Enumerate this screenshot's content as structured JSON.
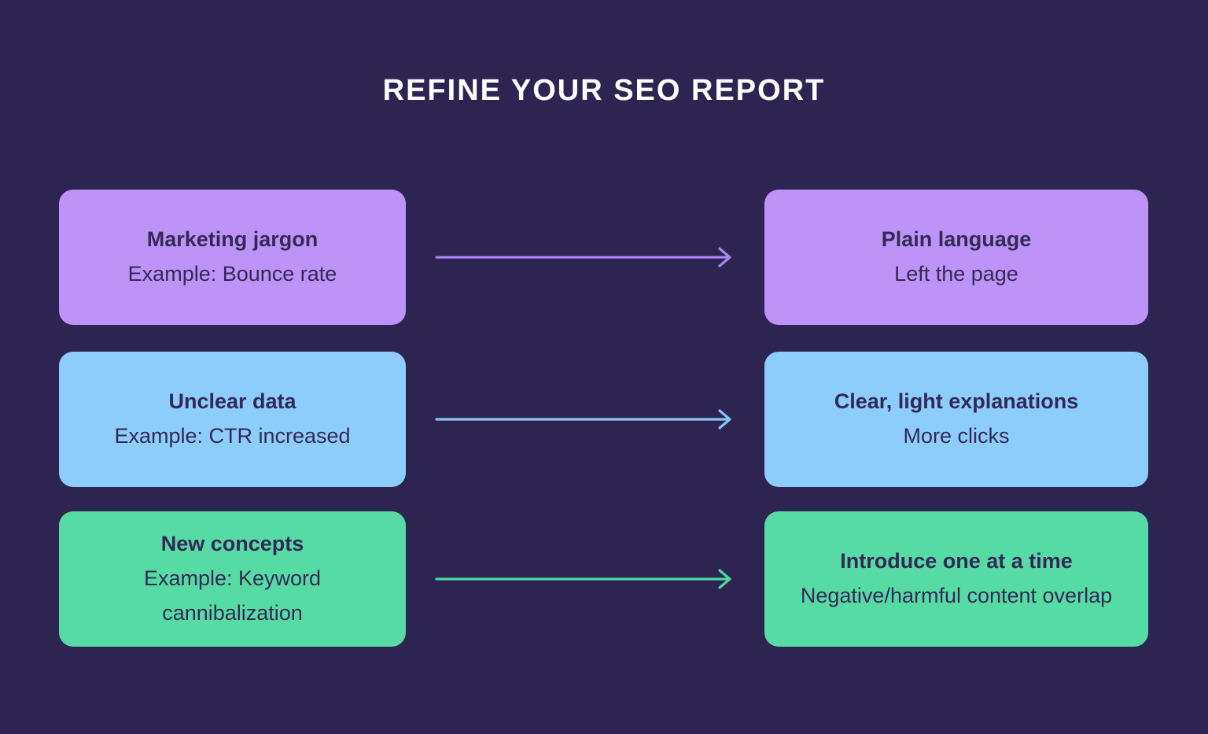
{
  "title": "REFINE YOUR SEO REPORT",
  "colors": {
    "background": "#2D2452",
    "title_text": "#FFFFFF",
    "card_text": "#332957",
    "purple_card": "#BE93F7",
    "blue_card": "#8DCDFC",
    "green_card": "#57DBA4",
    "purple_arrow": "#A987EE",
    "blue_arrow": "#86C5F4",
    "green_arrow": "#4ED8A1"
  },
  "rows": [
    {
      "theme": "purple",
      "left": {
        "heading": "Marketing jargon",
        "subtext": "Example: Bounce rate"
      },
      "right": {
        "heading": "Plain language",
        "subtext": "Left the page"
      }
    },
    {
      "theme": "blue",
      "left": {
        "heading": "Unclear data",
        "subtext": "Example: CTR increased"
      },
      "right": {
        "heading": "Clear, light explanations",
        "subtext": "More clicks"
      }
    },
    {
      "theme": "green",
      "left": {
        "heading": "New concepts",
        "subtext": "Example: Keyword cannibalization"
      },
      "right": {
        "heading": "Introduce one at a time",
        "subtext": "Negative/harmful content overlap"
      }
    }
  ]
}
